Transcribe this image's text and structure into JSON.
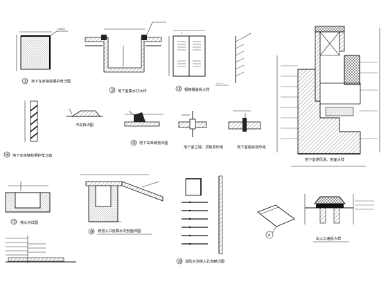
{
  "drawing": {
    "details": [
      {
        "id": "d1",
        "number": "①",
        "caption": "地下车库墙柱钢护角详图"
      },
      {
        "id": "d2",
        "number": "②",
        "caption": "地下室集水井大样"
      },
      {
        "id": "d3",
        "number": "③",
        "caption": "钢格栅盖板大样"
      },
      {
        "id": "d4",
        "number": "④",
        "caption": "地下车库墙柱钢护角立面"
      },
      {
        "id": "d5",
        "number": "",
        "caption": "汽车挡详图"
      },
      {
        "id": "d6",
        "number": "⑤",
        "caption": "地下车库坡道详图"
      },
      {
        "id": "d7",
        "number": "",
        "caption": "地下室立墙、顶板变形缝"
      },
      {
        "id": "d8",
        "number": "",
        "caption": "地下室底板变形缝"
      },
      {
        "id": "d9",
        "number": "",
        "caption": "地下室通风道、剖面大样"
      },
      {
        "id": "d10",
        "number": "⑦",
        "caption": "排水沟详图"
      },
      {
        "id": "d11",
        "number": "⑨",
        "caption": "坡道入口处截水沟剖面详图"
      },
      {
        "id": "d12",
        "number": "⑩",
        "caption": "消防水池侧人孔爬梯详图"
      },
      {
        "id": "d13",
        "number": "d",
        "caption": ""
      },
      {
        "id": "d14",
        "number": "",
        "caption": "出入口盖板大样"
      }
    ],
    "section_mark": "1 — 1"
  }
}
